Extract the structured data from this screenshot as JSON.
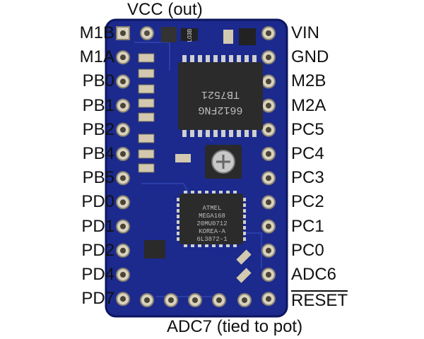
{
  "top_label": "VCC (out)",
  "bottom_label": "ADC7 (tied to pot)",
  "left_pins": [
    "M1B",
    "M1A",
    "PB0",
    "PB1",
    "PB2",
    "PB4",
    "PB5",
    "PD0",
    "PD1",
    "PD2",
    "PD4",
    "PD7"
  ],
  "right_pins": [
    "VIN",
    "GND",
    "M2B",
    "M2A",
    "PC5",
    "PC4",
    "PC3",
    "PC2",
    "PC1",
    "PC0",
    "ADC6",
    "RESET"
  ],
  "chip_driver": {
    "line1": "TB7521",
    "line2": "6612FNG"
  },
  "chip_mcu": {
    "line1": "ATMEL",
    "line2": "MEGA168",
    "line3": "20MU0712",
    "line4": "KOREA-A",
    "line5": "6L3872-1"
  },
  "small_labels": {
    "l1": "L03B"
  },
  "colors": {
    "board": "#1b2a8c",
    "board_edge": "#0e1660",
    "pad": "#d9d2bf",
    "chip": "#2b2b2b"
  }
}
